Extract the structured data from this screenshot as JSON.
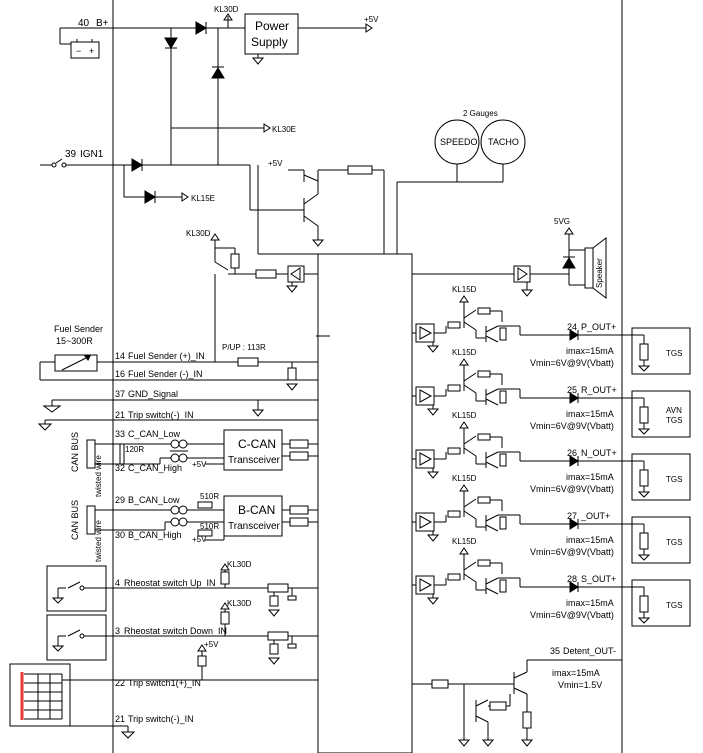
{
  "power": {
    "b_plus": "B+",
    "pin_b_plus": "40",
    "supply_line1": "Power",
    "supply_line2": "Supply",
    "plus5v": "+5V",
    "kl30d": "KL30D",
    "kl30e": "KL30E",
    "ign1": "IGN1",
    "pin_ign1": "39",
    "kl15e": "KL15E",
    "plus5v_b": "+5V",
    "kl30d_b": "KL30D"
  },
  "gauges": {
    "title": "2 Gauges",
    "speedo": "SPEEDO",
    "tacho": "TACHO",
    "vg": "5VG",
    "speaker": "Speaker"
  },
  "inputs": {
    "fuel_sender_title": "Fuel Sender",
    "fuel_sender_range": "15~300R",
    "pup": "P/UP : 113R",
    "pin14": "14",
    "fuel_in": "Fuel Sender (+)_IN",
    "pin16": "16",
    "fuel_neg": "Fuel Sender (-)_IN",
    "pin37": "37",
    "gnd_signal": "GND_Signal",
    "pin21a": "21",
    "trip_neg_a": "Trip switch(-)_IN",
    "pin33": "33",
    "c_can_low": "C_CAN_Low",
    "r120": "120R",
    "pin32": "32",
    "c_can_high": "C_CAN_High",
    "can_bus_1": "CAN BUS",
    "twisted_1": "twisted wire",
    "ccan_line1": "C-CAN",
    "ccan_line2": "Transceiver",
    "ccan_5v": "+5V",
    "pin29": "29",
    "b_can_low": "B_CAN_Low",
    "r510a": "510R",
    "pin30": "30",
    "b_can_high": "B_CAN_High",
    "r510b": "510R",
    "can_bus_2": "CAN BUS",
    "twisted_2": "twisted wire",
    "bcan_line1": "B-CAN",
    "bcan_line2": "Transceiver",
    "bcan_5v": "+5V",
    "kl30d_up": "KL30D",
    "pin4": "4",
    "rheo_up": "Rheostat switch Up_IN",
    "kl30d_down": "KL30D",
    "pin3": "3",
    "rheo_down": "Rheostat switch Down_IN",
    "plus5v_c": "+5V",
    "pin22": "22",
    "trip1": "Trip switch1(+)_IN",
    "pin21b": "21",
    "trip_neg_b": "Trip switch(-)_IN"
  },
  "outputs": [
    {
      "kl": "KL15D",
      "pin": "24",
      "name": "P_OUT+",
      "imax": "imax=15mA",
      "vmin": "Vmin=6V@9V(Vbatt)",
      "load": [
        "TGS"
      ]
    },
    {
      "kl": "KL15D",
      "pin": "25",
      "name": "R_OUT+",
      "imax": "imax=15mA",
      "vmin": "Vmin=6V@9V(Vbatt)",
      "load": [
        "AVN",
        "TGS"
      ]
    },
    {
      "kl": "KL15D",
      "pin": "26",
      "name": "N_OUT+",
      "imax": "imax=15mA",
      "vmin": "Vmin=6V@9V(Vbatt)",
      "load": [
        "TGS"
      ]
    },
    {
      "kl": "KL15D",
      "pin": "27",
      "name": "_OUT+",
      "imax": "imax=15mA",
      "vmin": "Vmin=6V@9V(Vbatt)",
      "load": [
        "TGS"
      ]
    },
    {
      "kl": "KL15D",
      "pin": "28",
      "name": "S_OUT+",
      "imax": "imax=15mA",
      "vmin": "Vmin=6V@9V(Vbatt)",
      "load": [
        "TGS"
      ]
    }
  ],
  "detent": {
    "pin": "35",
    "name": "Detent_OUT-",
    "imax": "imax=15mA",
    "vmin": "Vmin=1.5V"
  }
}
